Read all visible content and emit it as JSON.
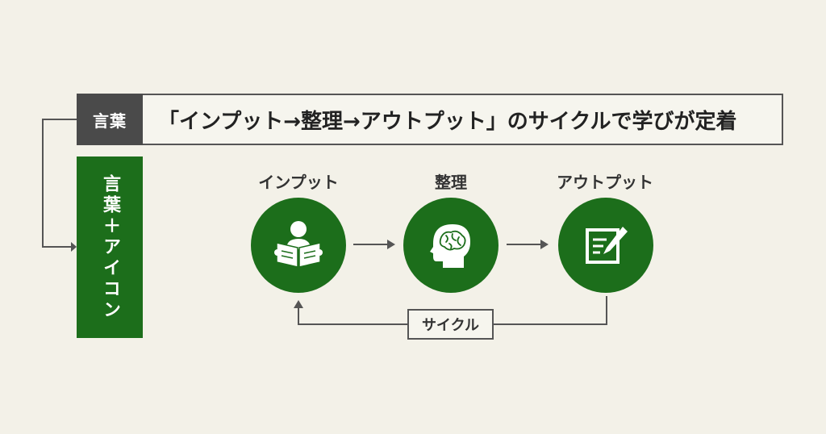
{
  "banner": {
    "tag": "言葉",
    "text": "「インプット→整理→アウトプット」のサイクルで学びが定着"
  },
  "side_label": "言葉＋アイコン",
  "steps": [
    {
      "label": "インプット",
      "icon": "reading-person-icon"
    },
    {
      "label": "整理",
      "icon": "brain-head-icon"
    },
    {
      "label": "アウトプット",
      "icon": "writing-note-icon"
    }
  ],
  "cycle_label": "サイクル",
  "colors": {
    "green": "#1c6e1b",
    "dark_gray": "#4a4a4a",
    "background": "#f3f1e8"
  }
}
